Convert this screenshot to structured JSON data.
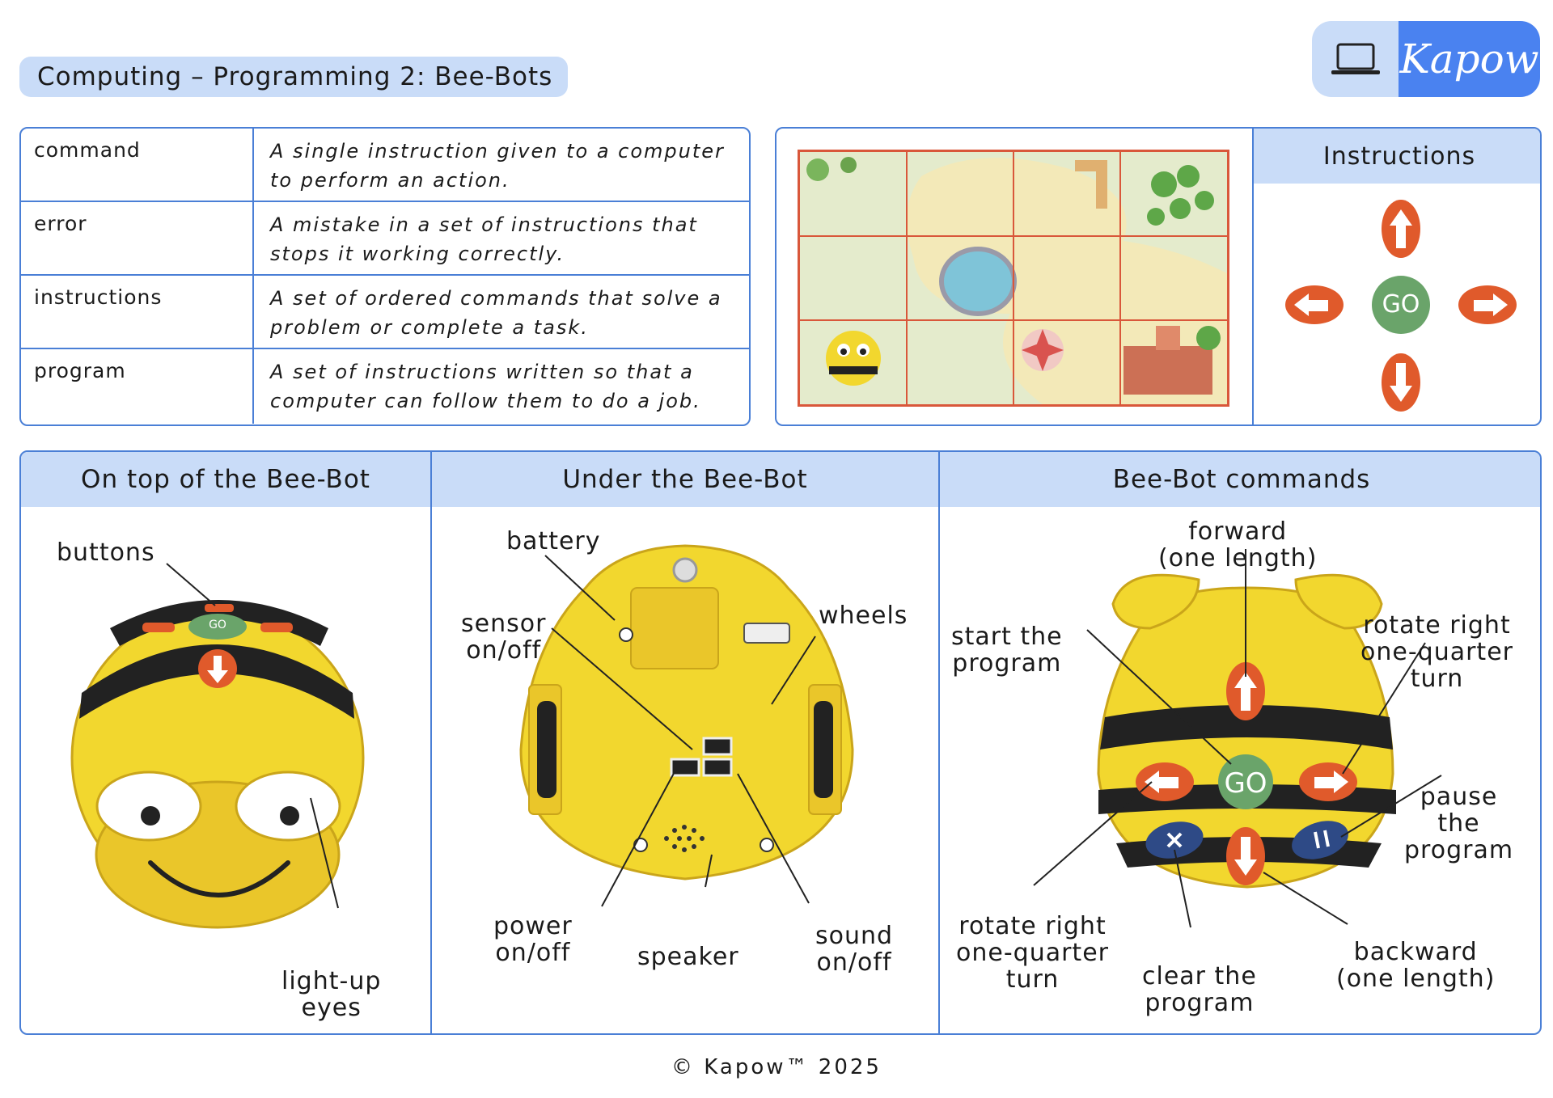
{
  "header": {
    "title": "Computing – Programming 2: Bee-Bots",
    "logo_text": "Kapow"
  },
  "vocabulary": [
    {
      "term": "command",
      "definition": "A single instruction given to a computer to perform an action."
    },
    {
      "term": "error",
      "definition": "A mistake in a set of instructions that stops it working correctly."
    },
    {
      "term": "instructions",
      "definition": "A set of ordered commands that solve a problem or complete a task."
    },
    {
      "term": "program",
      "definition": "A set of instructions written so that a computer can follow them to do a job."
    }
  ],
  "instructions_panel": {
    "title": "Instructions",
    "go_label": "GO"
  },
  "sections": {
    "top": {
      "title": "On top of the Bee-Bot",
      "labels": {
        "buttons": "buttons",
        "eyes": "light-up\neyes"
      },
      "go_label": "GO"
    },
    "under": {
      "title": "Under the Bee-Bot",
      "labels": {
        "battery": "battery",
        "sensor": "sensor\non/off",
        "wheels": "wheels",
        "power": "power\non/off",
        "speaker": "speaker",
        "sound": "sound\non/off"
      }
    },
    "commands": {
      "title": "Bee-Bot commands",
      "go_label": "GO",
      "labels": {
        "forward": "forward\n(one length)",
        "start": "start the\nprogram",
        "rotate_right_top": "rotate right\none-quarter\nturn",
        "pause": "pause\nthe\nprogram",
        "rotate_right_bottom": "rotate right\none-quarter\nturn",
        "clear": "clear the\nprogram",
        "backward": "backward\n(one length)"
      }
    }
  },
  "footer": "© Kapow™ 2025",
  "colors": {
    "accent_blue": "#4a7fd6",
    "header_fill": "#c9dcf8",
    "arrow_orange": "#e05a2b",
    "go_green": "#6aa46a",
    "bee_yellow": "#f2d72e"
  }
}
